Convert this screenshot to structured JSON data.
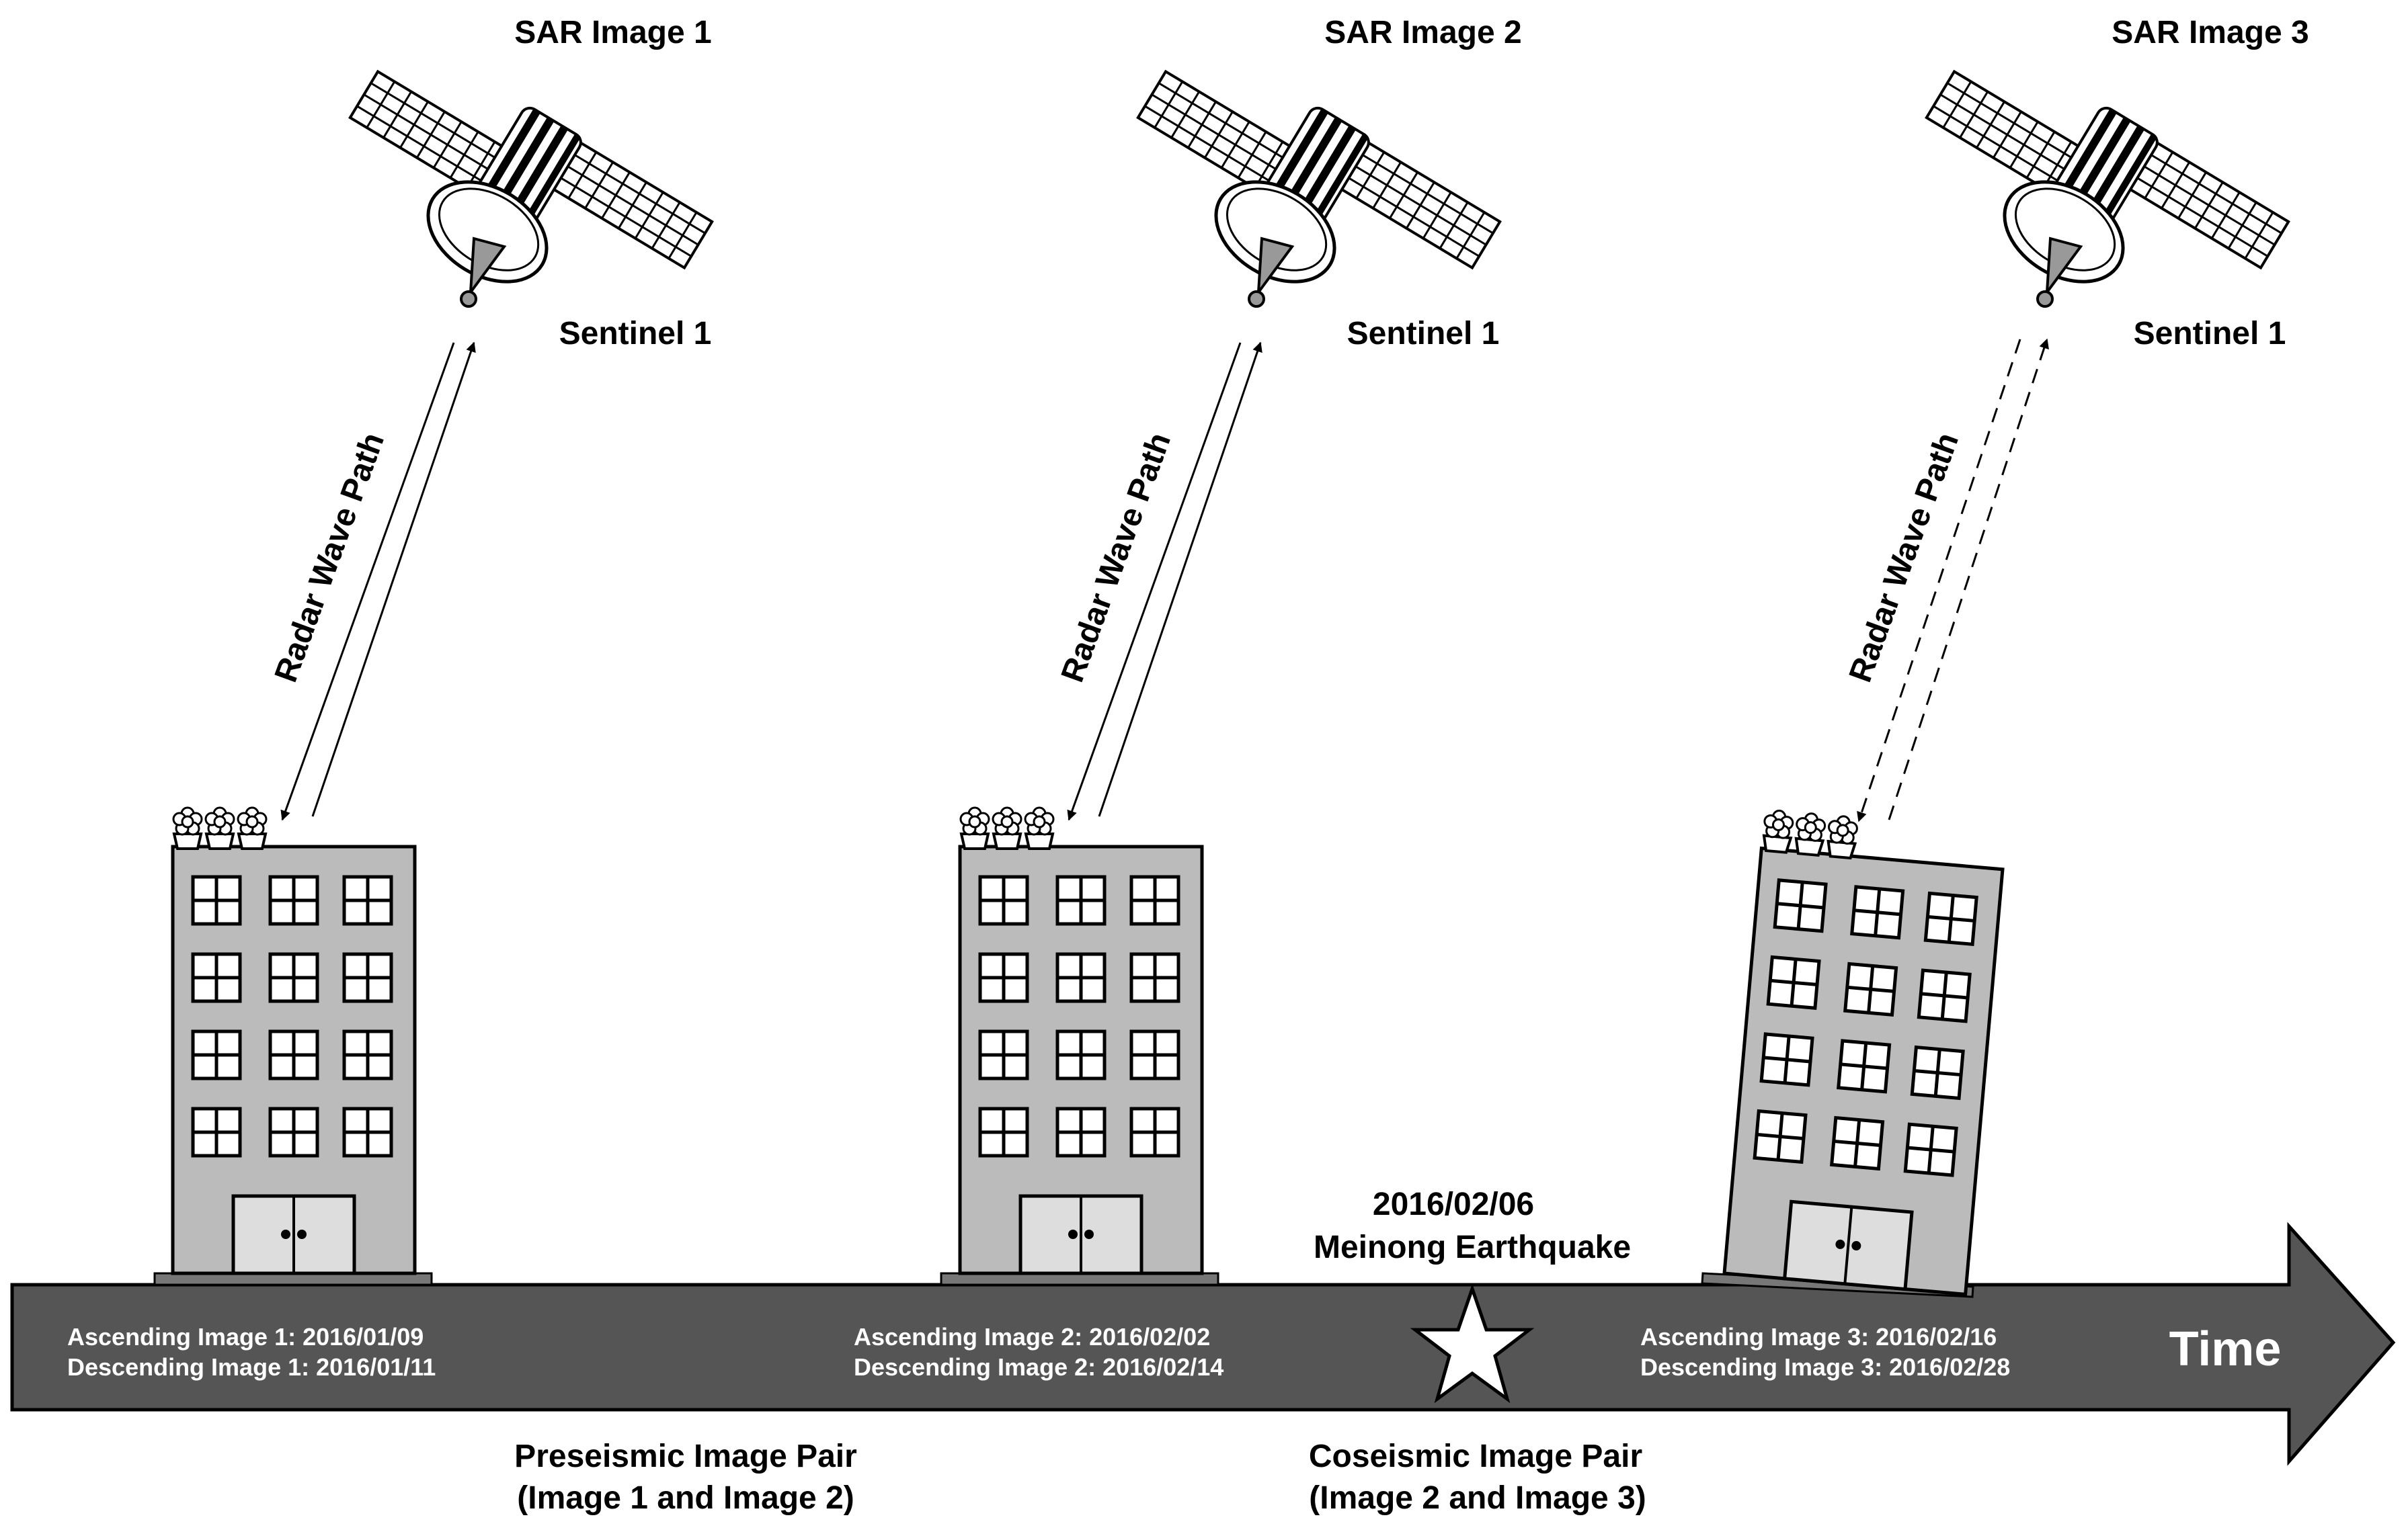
{
  "image_titles": [
    "SAR Image 1",
    "SAR Image 2",
    "SAR Image 3"
  ],
  "satellite_labels": [
    "Sentinel 1",
    "Sentinel 1",
    "Sentinel 1"
  ],
  "radar_labels": [
    "Radar Wave Path",
    "Radar Wave Path",
    "Radar Wave Path"
  ],
  "acquisitions": [
    {
      "ascending": "Ascending Image 1: 2016/01/09",
      "descending": "Descending Image 1: 2016/01/11"
    },
    {
      "ascending": "Ascending Image 2: 2016/02/02",
      "descending": "Descending Image 2: 2016/02/14"
    },
    {
      "ascending": "Ascending Image 3: 2016/02/16",
      "descending": "Descending Image 3: 2016/02/28"
    }
  ],
  "event": {
    "date": "2016/02/06",
    "name": "Meinong Earthquake"
  },
  "timeline_label": "Time",
  "pairs": [
    {
      "line1": "Preseismic Image Pair",
      "line2": "(Image 1 and Image 2)"
    },
    {
      "line1": "Coseismic Image Pair",
      "line2": "(Image 2 and Image 3)"
    }
  ],
  "colors": {
    "timeline": "#555555",
    "building": "#bbbbbb",
    "door": "#dddddd",
    "outline": "#000000"
  }
}
